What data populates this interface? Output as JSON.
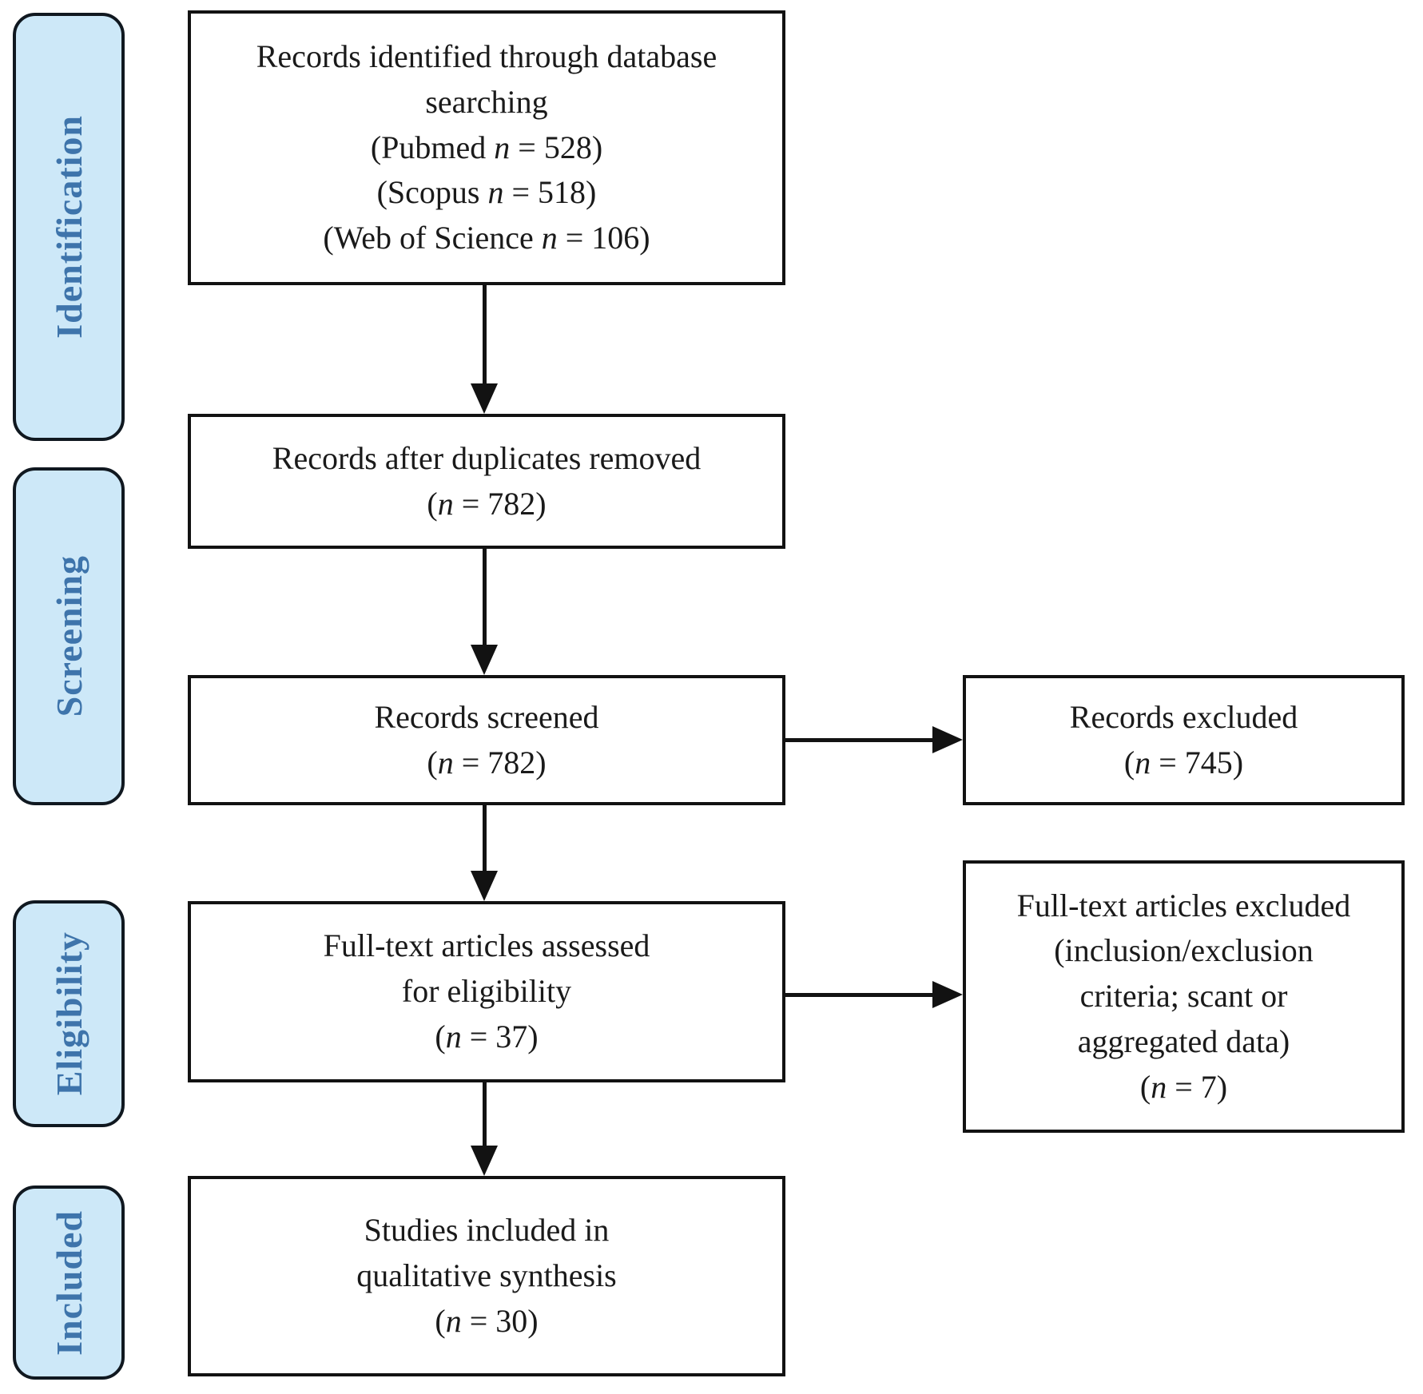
{
  "diagram": {
    "colors": {
      "page_bg": "#ffffff",
      "box_bg": "#ffffff",
      "box_border": "#121212",
      "box_text": "#1a1a1a",
      "stage_fill": "#cde8f8",
      "stage_text": "#3e74ab",
      "stage_border": "#101820",
      "arrow": "#121212"
    },
    "stages": [
      {
        "id": "identification",
        "label": "Identification"
      },
      {
        "id": "screening",
        "label": "Screening"
      },
      {
        "id": "eligibility",
        "label": "Eligibility"
      },
      {
        "id": "included",
        "label": "Included"
      }
    ],
    "flow_boxes": [
      {
        "id": "records-identified",
        "stage": "identification",
        "lines": [
          "Records identified through database",
          "searching",
          "(Pubmed *n* = 528)",
          "(Scopus *n* = 518)",
          "(Web of Science *n* = 106)"
        ],
        "counts": {
          "pubmed": 528,
          "scopus": 518,
          "web_of_science": 106
        }
      },
      {
        "id": "duplicates-removed",
        "stage": "screening",
        "lines": [
          "Records after duplicates removed",
          "(*n* = 782)"
        ],
        "counts": {
          "n": 782
        }
      },
      {
        "id": "records-screened",
        "stage": "screening",
        "lines": [
          "Records screened",
          "(*n* = 782)"
        ],
        "counts": {
          "n": 782
        }
      },
      {
        "id": "records-excluded",
        "stage": "screening",
        "lines": [
          "Records excluded",
          "(*n* = 745)"
        ],
        "counts": {
          "n": 745
        }
      },
      {
        "id": "fulltext-assessed",
        "stage": "eligibility",
        "lines": [
          "Full-text articles assessed",
          "for eligibility",
          "(*n* = 37)"
        ],
        "counts": {
          "n": 37
        }
      },
      {
        "id": "fulltext-excluded",
        "stage": "eligibility",
        "lines": [
          "Full-text articles excluded",
          "(inclusion/exclusion",
          "criteria; scant or",
          "aggregated data)",
          "(*n* = 7)"
        ],
        "counts": {
          "n": 7
        }
      },
      {
        "id": "studies-included",
        "stage": "included",
        "lines": [
          "Studies included in",
          "qualitative synthesis",
          "(*n* = 30)"
        ],
        "counts": {
          "n": 30
        }
      }
    ],
    "connections": [
      {
        "from": "records-identified",
        "to": "duplicates-removed",
        "direction": "down"
      },
      {
        "from": "duplicates-removed",
        "to": "records-screened",
        "direction": "down"
      },
      {
        "from": "records-screened",
        "to": "records-excluded",
        "direction": "right"
      },
      {
        "from": "records-screened",
        "to": "fulltext-assessed",
        "direction": "down"
      },
      {
        "from": "fulltext-assessed",
        "to": "fulltext-excluded",
        "direction": "right"
      },
      {
        "from": "fulltext-assessed",
        "to": "studies-included",
        "direction": "down"
      }
    ]
  }
}
